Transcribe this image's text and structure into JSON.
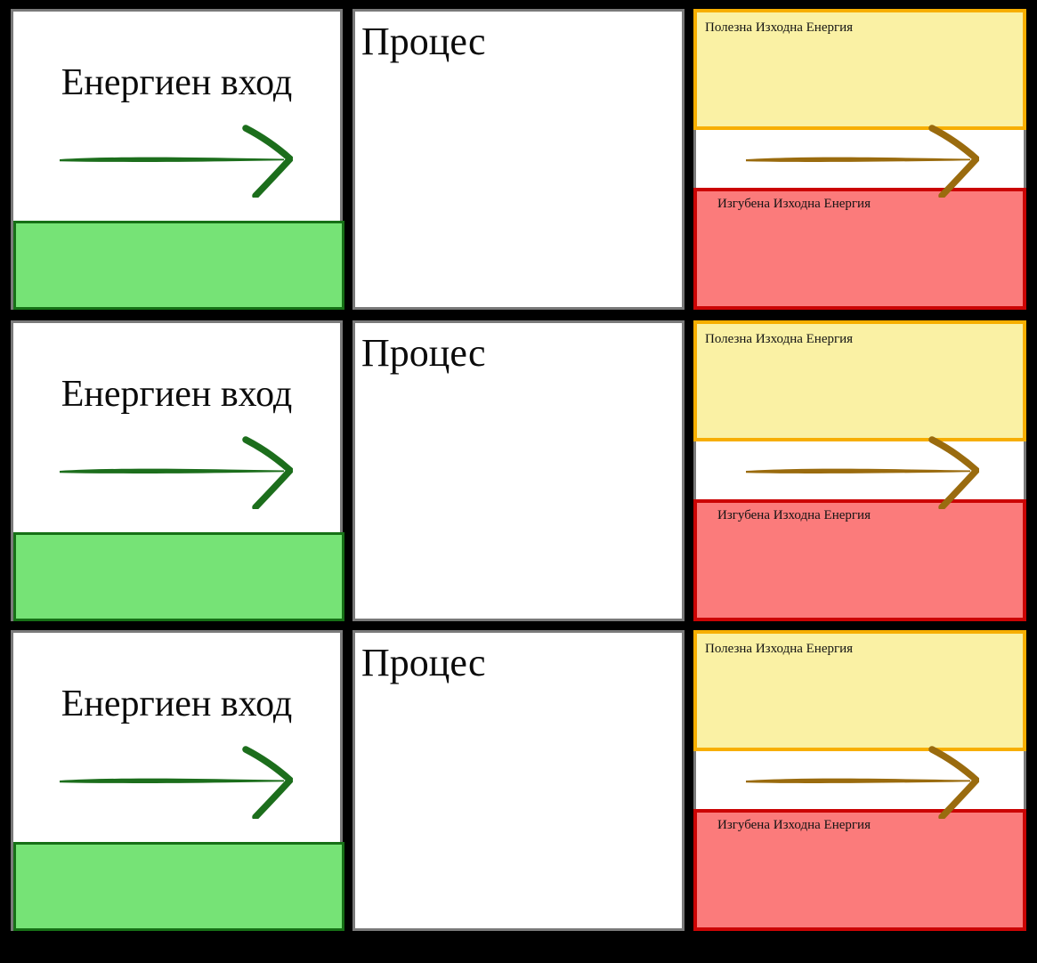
{
  "diagram": {
    "rows": 3,
    "energy_input": {
      "title": "Енергиен вход"
    },
    "process": {
      "title": "Процес"
    },
    "output": {
      "useful_label": "Полезна Изходна Енергия",
      "lost_label": "Изгубена Изходна Енергия"
    }
  },
  "icons": {
    "energy_arrow": "hand-drawn-right-arrow",
    "output_arrow": "hand-drawn-right-arrow"
  },
  "colors": {
    "page_background": "#000000",
    "panel_border": "#7A7A7A",
    "energy_fill": "#76E376",
    "energy_fill_border": "#167016",
    "energy_arrow": "#1C6E1C",
    "useful_fill": "#FAF1A4",
    "useful_border": "#F7AE00",
    "output_arrow": "#9A6B0E",
    "lost_fill": "#FB7B7B",
    "lost_border": "#CB0404"
  }
}
